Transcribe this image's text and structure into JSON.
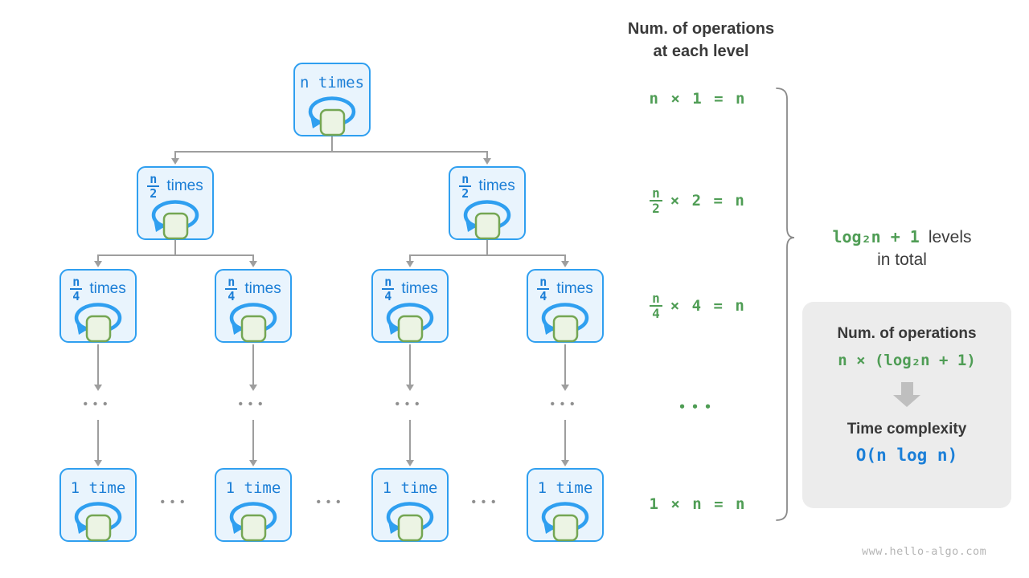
{
  "header": {
    "line1": "Num. of operations",
    "line2": "at each level"
  },
  "tree": {
    "nodes": [
      {
        "name": "root",
        "num": "n",
        "den": null,
        "suffix": "times"
      },
      {
        "name": "level2-left",
        "num": "n",
        "den": "2",
        "suffix": "times"
      },
      {
        "name": "level2-right",
        "num": "n",
        "den": "2",
        "suffix": "times"
      },
      {
        "name": "level3-1",
        "num": "n",
        "den": "4",
        "suffix": "times"
      },
      {
        "name": "level3-2",
        "num": "n",
        "den": "4",
        "suffix": "times"
      },
      {
        "name": "level3-3",
        "num": "n",
        "den": "4",
        "suffix": "times"
      },
      {
        "name": "level3-4",
        "num": "n",
        "den": "4",
        "suffix": "times"
      },
      {
        "name": "leaf-1",
        "num": "1",
        "den": null,
        "suffix": "time"
      },
      {
        "name": "leaf-2",
        "num": "1",
        "den": null,
        "suffix": "time"
      },
      {
        "name": "leaf-3",
        "num": "1",
        "den": null,
        "suffix": "time"
      },
      {
        "name": "leaf-4",
        "num": "1",
        "den": null,
        "suffix": "time"
      }
    ],
    "ellipsis": "•••"
  },
  "formulas": {
    "rows": [
      {
        "kind": "plain",
        "text": "n × 1 = n"
      },
      {
        "kind": "frac",
        "num": "n",
        "den": "2",
        "rest": "× 2 = n"
      },
      {
        "kind": "frac",
        "num": "n",
        "den": "4",
        "rest": "× 4 = n"
      },
      {
        "kind": "dots",
        "text": "•••"
      },
      {
        "kind": "plain",
        "text": "1 × n = n"
      }
    ]
  },
  "brace_label": {
    "formula": "log₂n + 1",
    "line1_rest": "levels",
    "line2": "in total"
  },
  "panel": {
    "title": "Num. of operations",
    "formula": "n × (log₂n + 1)",
    "tc_title": "Time complexity",
    "tc_formula": "O(n log n)"
  },
  "watermark": "www.hello-algo.com",
  "colors": {
    "node_border": "#2f9ff0",
    "node_fill": "#e9f4fd",
    "node_text": "#1b7ed6",
    "square_fill": "#ecf4e4",
    "square_border": "#74a653",
    "green": "#4f9d55",
    "result_blue": "#1b7fd8",
    "dark_text": "#3a3a3a",
    "connector_gray": "#9e9e9e",
    "panel_bg": "#ececec",
    "block_arrow_gray": "#bfbfbf",
    "watermark_gray": "#b5b5b5"
  }
}
